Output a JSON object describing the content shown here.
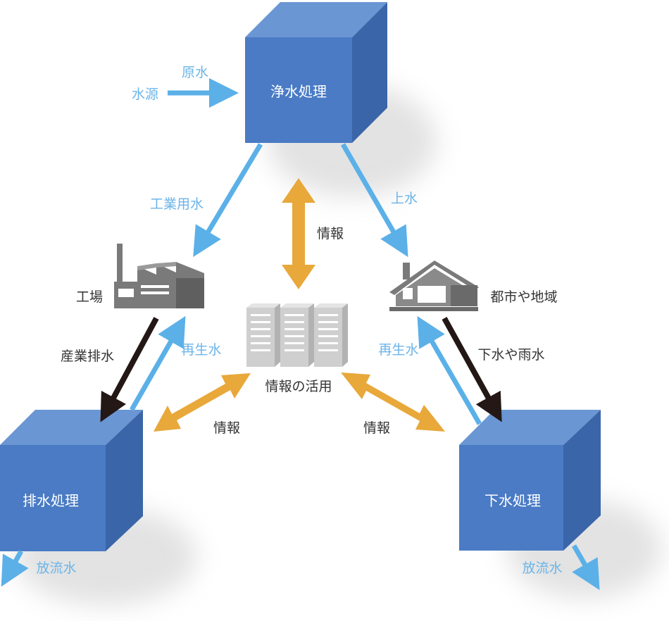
{
  "nodes": {
    "purification": "浄水処理",
    "wastewater": "排水処理",
    "sewage": "下水処理",
    "factory": "工場",
    "city": "都市や地域",
    "datacenter": "情報の活用"
  },
  "labels": {
    "raw_water": "原水",
    "water_source": "水源",
    "industrial_water": "工業用水",
    "tap_water": "上水",
    "info_top": "情報",
    "industrial_wastewater": "産業排水",
    "recycled_left": "再生水",
    "recycled_right": "再生水",
    "sewer_rain": "下水や雨水",
    "info_left": "情報",
    "info_right": "情報",
    "discharge_left": "放流水",
    "discharge_right": "放流水"
  },
  "colors": {
    "box_front": "#4a7bc4",
    "box_top": "#6a96d3",
    "box_side": "#3a65a8",
    "water_arrow": "#5bb0e8",
    "info_arrow": "#e8a83a",
    "dark_arrow": "#231815",
    "icon_gray": "#7a7a7a"
  },
  "icons": [
    "factory-icon",
    "house-icon",
    "server-rack-icon"
  ]
}
